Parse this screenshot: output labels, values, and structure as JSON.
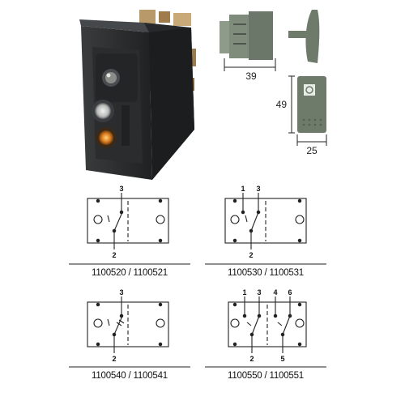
{
  "dimensions": {
    "width_label": "39",
    "height_label": "49",
    "button_width_label": "25"
  },
  "colors": {
    "body": "#2f3132",
    "body_dark": "#1e2021",
    "accessory": "#6e7a6a",
    "lamp_amber": "#d97a1e",
    "line": "#222222"
  },
  "diagrams": [
    {
      "part_numbers": "1100520 / 1100521",
      "pins_top": [
        "3"
      ],
      "pins_bottom": [
        "2"
      ]
    },
    {
      "part_numbers": "1100530 / 1100531",
      "pins_top": [
        "1",
        "3"
      ],
      "pins_bottom": [
        "2"
      ]
    },
    {
      "part_numbers": "1100540 / 1100541",
      "pins_top": [
        "3"
      ],
      "pins_bottom": [
        "2"
      ]
    },
    {
      "part_numbers": "1100550 / 1100551",
      "pins_top": [
        "1",
        "3",
        "4",
        "6"
      ],
      "pins_bottom": [
        "2",
        "5"
      ]
    }
  ]
}
